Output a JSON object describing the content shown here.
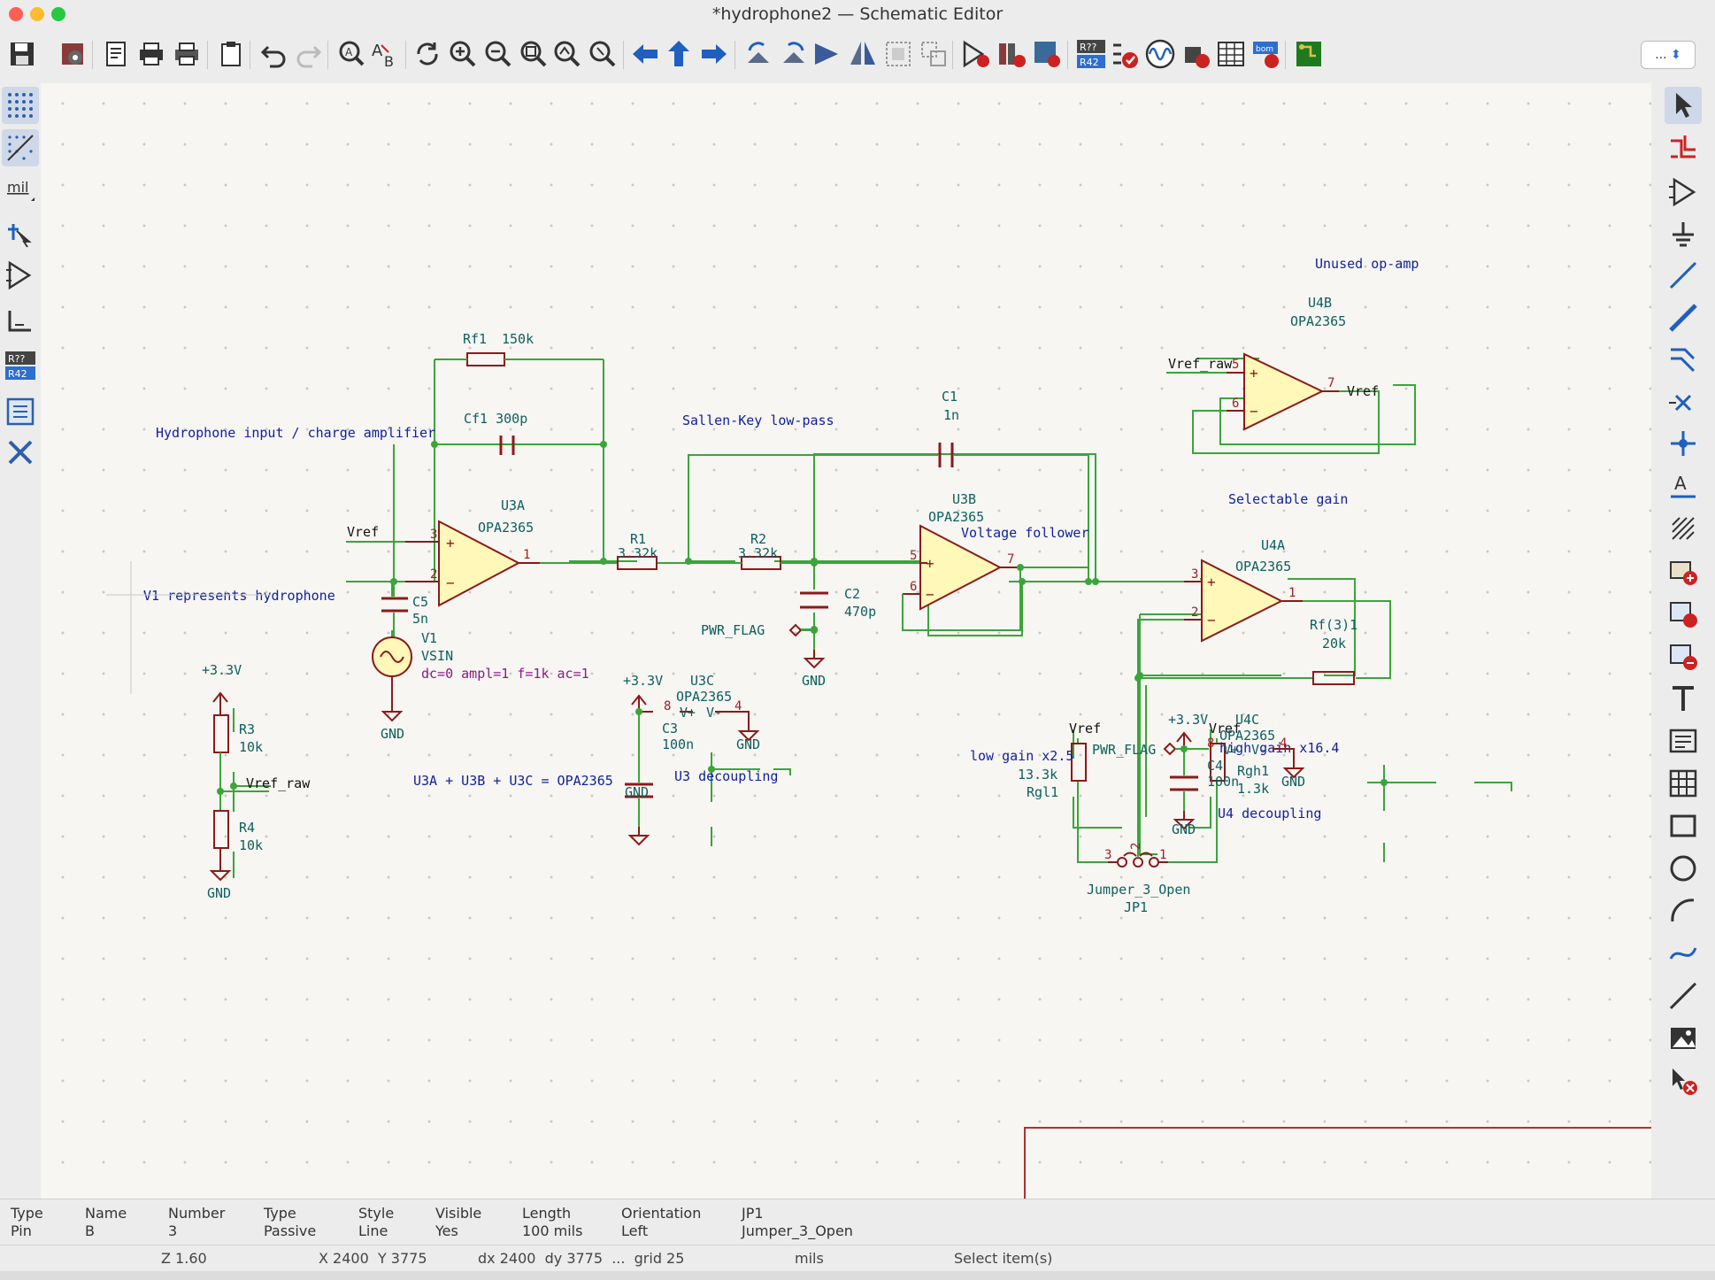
{
  "window": {
    "title": "*hydrophone2 — Schematic Editor",
    "controls": [
      "close",
      "minimize",
      "zoom"
    ]
  },
  "toolbar": {
    "icons": [
      "save-icon",
      "schematic-setup-icon",
      "page-settings-icon",
      "print-icon",
      "plot-icon",
      "paste-icon",
      "undo-icon",
      "redo-icon",
      "find-icon",
      "find-replace-icon",
      "refresh-icon",
      "zoom-in-icon",
      "zoom-out-icon",
      "zoom-fit-icon",
      "zoom-objects-icon",
      "zoom-tool-icon",
      "navigate-back-icon",
      "navigate-up-icon",
      "navigate-forward-icon",
      "rotate-ccw-icon",
      "rotate-cw-icon",
      "mirror-vertical-icon",
      "mirror-horizontal-icon",
      "group-icon",
      "ungroup-icon",
      "symbol-editor-icon",
      "symbol-browser-icon",
      "update-from-pcb-icon",
      "annotate-icon",
      "erc-icon",
      "simulator-icon",
      "footprint-assign-icon",
      "bom-table-icon",
      "bom-export-icon",
      "pcb-editor-icon"
    ],
    "more_label": "..."
  },
  "left_toolbar": {
    "icons": [
      "grid-dots-icon",
      "grid-overrides-icon",
      "units-mil-icon",
      "cursor-icon",
      "hidden-pins-icon",
      "line-modes-icon",
      "annotate-refdes-icon",
      "hierarchy-navigator-icon",
      "properties-tools-icon"
    ],
    "units_label": "mil",
    "refdes_label_top": "R??",
    "refdes_label_bottom": "R42"
  },
  "right_toolbar": {
    "icons": [
      "select-icon",
      "highlight-net-icon",
      "add-symbol-icon",
      "add-power-icon",
      "add-wire-icon",
      "add-bus-icon",
      "add-bus-entry-icon",
      "no-connect-icon",
      "junction-icon",
      "net-label-icon",
      "directive-label-icon",
      "global-label-icon",
      "hier-label-icon",
      "hier-sheet-icon",
      "import-sheet-pin-icon",
      "add-text-icon",
      "add-textbox-icon",
      "add-table-icon",
      "add-rectangle-icon",
      "add-circle-icon",
      "add-arc-icon",
      "add-bezier-icon",
      "add-line-icon",
      "add-image-icon",
      "delete-tool-icon"
    ]
  },
  "schematic": {
    "notes": {
      "hydrophone_input": "Hydrophone input / charge amplifier",
      "sallen_key": "Sallen-Key low-pass",
      "unused": "Unused op-amp",
      "selectable_gain": "Selectable gain",
      "v1_represents": "V1 represents hydrophone",
      "u3_summary": "U3A + U3B + U3C = OPA2365",
      "u3_decoupling": "U3 decoupling",
      "u4_decoupling": "U4 decoupling",
      "voltage_follower": "Voltage follower",
      "low_gain": "low gain x2.5",
      "high_gain": "high gain x16.4"
    },
    "refs": {
      "rf1": "Rf1",
      "rf1_val": "150k",
      "cf1": "Cf1 300p",
      "u3a": "U3A",
      "u3a_val": "OPA2365",
      "u3b": "U3B",
      "u3b_val": "OPA2365",
      "u3c": "U3C",
      "u3c_val": "OPA2365",
      "u4a": "U4A",
      "u4a_val": "OPA2365",
      "u4b": "U4B",
      "u4b_val": "OPA2365",
      "u4c": "U4C",
      "u4c_val": "OPA2365",
      "r1": "R1",
      "r1_val": "3.32k",
      "r2": "R2",
      "r2_val": "3.32k",
      "c1": "C1",
      "c1_val": "1n",
      "c2": "C2",
      "c2_val": "470p",
      "c3": "C3",
      "c3_val": "100n",
      "c4": "C4",
      "c4_val": "100n",
      "c5": "C5",
      "c5_val": "5n",
      "v1": "V1",
      "v1_val": "VSIN",
      "v1_params": "dc=0 ampl=1 f=1k ac=1",
      "r3": "R3",
      "r3_val": "10k",
      "r4": "R4",
      "r4_val": "10k",
      "rf31": "Rf(3)1",
      "rf31_val": "20k",
      "rgl1": "Rgl1",
      "rgl1_val": "13.3k",
      "rgh1": "Rgh1",
      "rgh1_val": "1.3k",
      "jp1": "JP1",
      "jp1_val": "Jumper_3_Open"
    },
    "nets": {
      "vref": "Vref",
      "vref_raw": "Vref_raw",
      "gnd": "GND",
      "v33": "+3.3V",
      "pwr_flag": "PWR_FLAG",
      "vplus": "V+",
      "vminus": "V-"
    },
    "pins": {
      "p1": "1",
      "p2": "2",
      "p3": "3",
      "p4": "4",
      "p5": "5",
      "p6": "6",
      "p7": "7",
      "p8": "8"
    }
  },
  "message_panel": {
    "columns": [
      {
        "header": "Type",
        "value": "Pin"
      },
      {
        "header": "Name",
        "value": "B"
      },
      {
        "header": "Number",
        "value": "3"
      },
      {
        "header": "Type",
        "value": "Passive"
      },
      {
        "header": "Style",
        "value": "Line"
      },
      {
        "header": "Visible",
        "value": "Yes"
      },
      {
        "header": "Length",
        "value": "100 mils"
      },
      {
        "header": "Orientation",
        "value": "Left"
      },
      {
        "header": "JP1",
        "value": "Jumper_3_Open"
      }
    ]
  },
  "status_bar": {
    "zoom": "Z 1.60",
    "coords": "X 2400  Y 3775",
    "delta": "dx 2400  dy 3775  ...  grid 25",
    "units": "mils",
    "message": "Select item(s)"
  },
  "colors": {
    "wire": "#3aa53a",
    "component_outline": "#8b1a1a",
    "component_fill": "#fff8b8",
    "text_blue": "#0f1f9e",
    "ref_text": "#0e6060",
    "pin_number": "#a02020",
    "params_purple": "#8a1a8a",
    "canvas": "#f7f6f2"
  }
}
